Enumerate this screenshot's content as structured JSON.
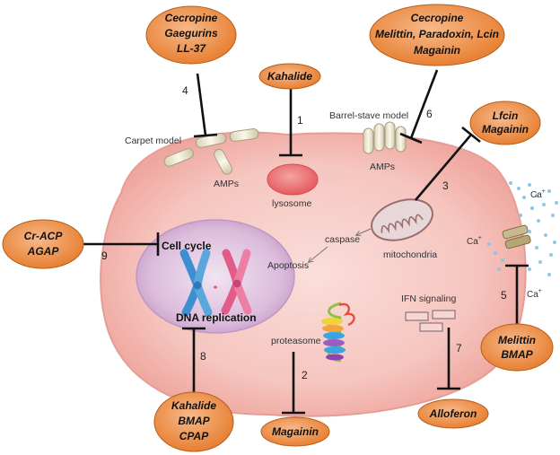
{
  "drugs": {
    "d4": [
      "Cecropine",
      "Gaegurins",
      "LL-37"
    ],
    "d1": [
      "Kahalide"
    ],
    "d6": [
      "Cecropine",
      "Melittin, Paradoxin, Lcin",
      "Magainin"
    ],
    "d3": [
      "Lfcin",
      "Magainin"
    ],
    "d9": [
      "Cr-ACP",
      "AGAP"
    ],
    "d5": [
      "Melittin",
      "BMAP"
    ],
    "d8": [
      "Kahalide",
      "BMAP",
      "CPAP"
    ],
    "d2": [
      "Magainin"
    ],
    "d7": [
      "Alloferon"
    ]
  },
  "numbers": {
    "n1": "1",
    "n2": "2",
    "n3": "3",
    "n4": "4",
    "n5": "5",
    "n6": "6",
    "n7": "7",
    "n8": "8",
    "n9": "9"
  },
  "labels": {
    "carpet_model": "Carpet model",
    "barrel_stave_model": "Barrel-stave model",
    "amps_left": "AMPs",
    "amps_right": "AMPs",
    "lysosome": "lysosome",
    "caspase": "caspase",
    "apoptosis": "Apoptosis",
    "mitochondria": "mitochondria",
    "cell_cycle": "Cell cycle",
    "dna_replication": "DNA replication",
    "proteasome": "proteasome",
    "ifn_signaling": "IFN signaling",
    "ca1": "Ca",
    "ca2": "Ca",
    "ca3": "Ca",
    "ca_sup": "+"
  },
  "colors": {
    "drug_fill": "#ee8a3c",
    "cell_fill": "#f6c6c0",
    "nucleus_fill": "#d8b3d8",
    "lysosome_fill": "#ef6f72",
    "chromosome_blue": "#3d8fd1",
    "chromosome_pink": "#e15c86"
  }
}
